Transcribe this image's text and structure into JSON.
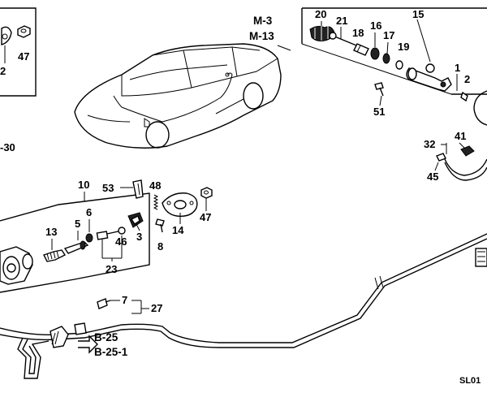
{
  "diagram_code": "SL01",
  "refs": {
    "top": [
      "M-3",
      "M-13"
    ],
    "bottom": [
      "B-25",
      "B-25-1"
    ]
  },
  "edge_labels": {
    "left": "-30",
    "top_left_partial": "2"
  },
  "parts": {
    "p1": "1",
    "p2": "2",
    "p3": "3",
    "p5": "5",
    "p6": "6",
    "p7": "7",
    "p8": "8",
    "p10": "10",
    "p13": "13",
    "p14": "14",
    "p15": "15",
    "p16": "16",
    "p17": "17",
    "p18": "18",
    "p19": "19",
    "p20": "20",
    "p21": "21",
    "p23": "23",
    "p27": "27",
    "p32": "32",
    "p41": "41",
    "p45": "45",
    "p46": "46",
    "p47a": "47",
    "p47b": "47",
    "p48": "48",
    "p51": "51",
    "p53": "53"
  }
}
